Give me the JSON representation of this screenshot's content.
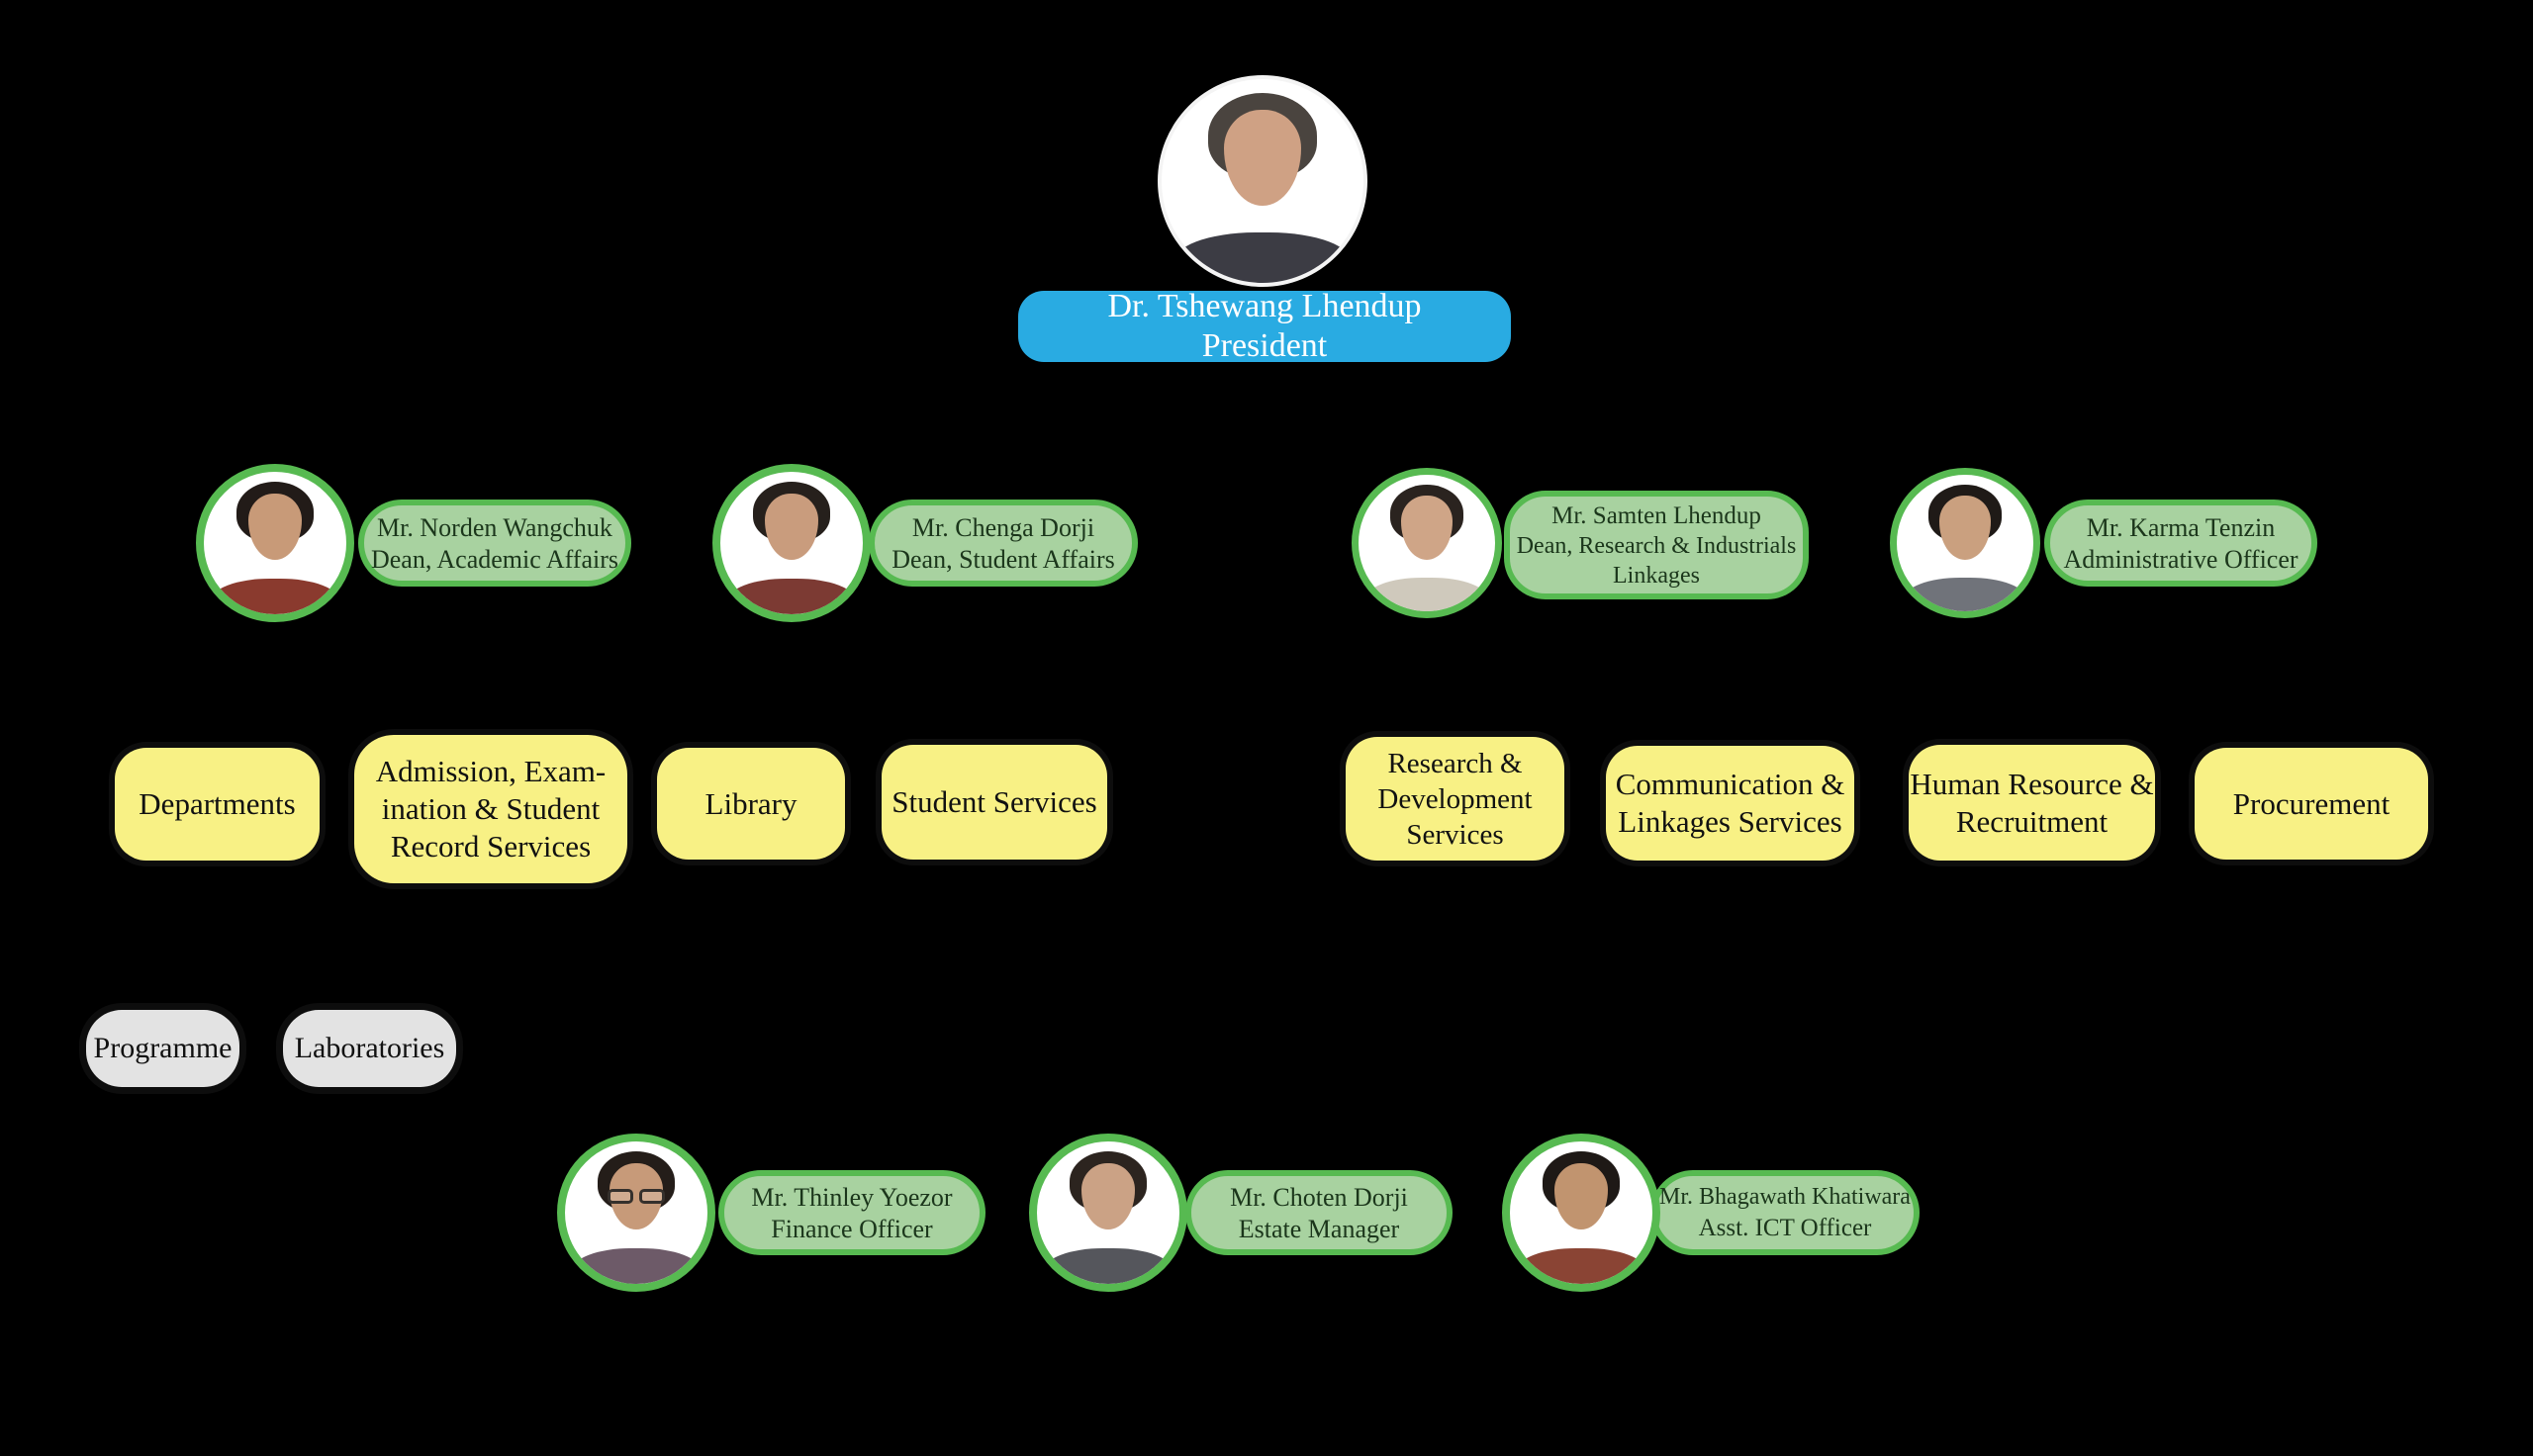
{
  "colors": {
    "background": "#000000",
    "president_label_bg": "#29ABE2",
    "president_label_text": "#FFFFFF",
    "person_label_fill": "#A8D2A0",
    "person_label_border": "#57BA51",
    "photo_ring": "#57BA51",
    "unit_box_fill": "#F8F185",
    "subunit_box_fill": "#E3E3E3",
    "label_text_dark": "#1B361B",
    "unit_text": "#111111"
  },
  "president": {
    "name": "Dr. Tshewang Lhendup",
    "title_lines": [
      "President"
    ],
    "avatar": {
      "skin": "#cfa184",
      "hair": "#4a443f",
      "shirt": "#3c3c44",
      "glasses": false
    }
  },
  "managers": [
    {
      "name": "Mr. Norden Wangchuk",
      "title_lines": [
        "Dean, Academic Affairs",
        ""
      ],
      "avatar": {
        "skin": "#c89a78",
        "hair": "#221b18",
        "shirt": "#8a3a2e",
        "glasses": false
      }
    },
    {
      "name": "Mr. Chenga Dorji",
      "title_lines": [
        "Dean, Student Affairs",
        ""
      ],
      "avatar": {
        "skin": "#c99c7d",
        "hair": "#26201c",
        "shirt": "#7c3a33",
        "glasses": false
      }
    },
    {
      "name": "Mr. Samten Lhendup",
      "title_lines": [
        "Dean, Research & Industrials",
        "Linkages"
      ],
      "avatar": {
        "skin": "#cfa587",
        "hair": "#2a231f",
        "shirt": "#cfc9bc",
        "glasses": false
      }
    },
    {
      "name": "Mr. Karma Tenzin",
      "title_lines": [
        "Administrative Officer",
        ""
      ],
      "avatar": {
        "skin": "#caa07f",
        "hair": "#1f1a17",
        "shirt": "#70737a",
        "glasses": false
      }
    }
  ],
  "units_left": [
    {
      "lines": [
        "Departments",
        "",
        ""
      ]
    },
    {
      "lines": [
        "Admission, Exam-",
        "ination & Student",
        "Record Services"
      ]
    },
    {
      "lines": [
        "Library",
        "",
        ""
      ]
    },
    {
      "lines": [
        "Student Services",
        "",
        ""
      ]
    }
  ],
  "units_right": [
    {
      "lines": [
        "Research &",
        "Development",
        "Services"
      ]
    },
    {
      "lines": [
        "Communication &",
        "Linkages Services",
        ""
      ]
    },
    {
      "lines": [
        "Human Resource &",
        "Recruitment",
        ""
      ]
    },
    {
      "lines": [
        "Procurement",
        "",
        ""
      ]
    }
  ],
  "sub_units": [
    {
      "label": "Programme"
    },
    {
      "label": "Laboratories"
    }
  ],
  "officers": [
    {
      "name": "Mr. Thinley Yoezor",
      "title_lines": [
        "Finance Officer"
      ],
      "avatar": {
        "skin": "#c79a79",
        "hair": "#241d19",
        "shirt": "#6d5a68",
        "glasses": true
      }
    },
    {
      "name": "Mr. Choten Dorji",
      "title_lines": [
        "Estate Manager"
      ],
      "avatar": {
        "skin": "#cba285",
        "hair": "#2c241f",
        "shirt": "#55565c",
        "glasses": false
      }
    },
    {
      "name": "Mr. Bhagawath Khatiwara",
      "title_lines": [
        "Asst. ICT Officer"
      ],
      "avatar": {
        "skin": "#c1946f",
        "hair": "#1e1916",
        "shirt": "#8a4434",
        "glasses": false
      }
    }
  ]
}
